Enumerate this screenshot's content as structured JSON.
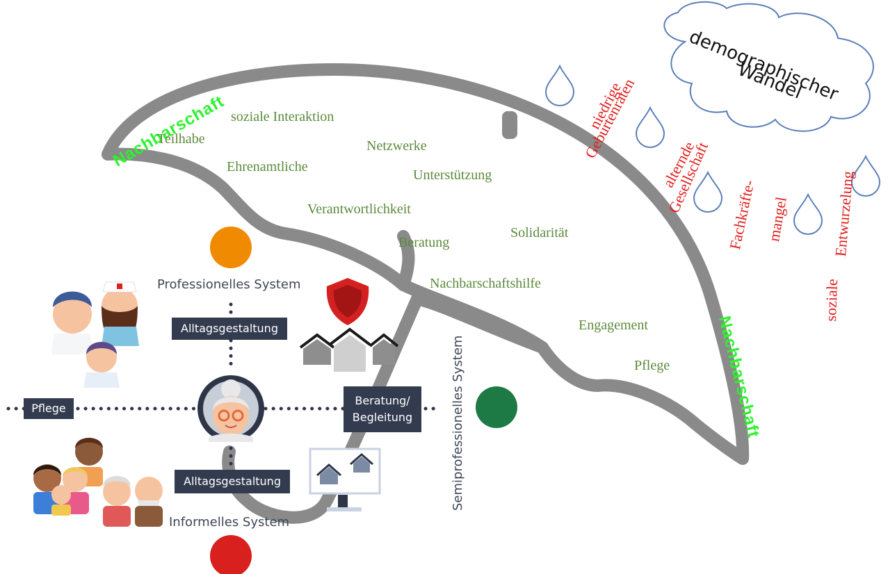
{
  "umbrella_label_left": "Nachbarschaft",
  "umbrella_label_right": "Nachbarschaft",
  "cloud": {
    "line1": "demographischer",
    "line2": "Wandel"
  },
  "rain_terms": {
    "niedrige": "niedrige",
    "geburtenraten": "Geburtenraten",
    "alternde": "alternde",
    "gesellschaft": "Gesellschaft",
    "fachkraefte": "Fachkräfte-",
    "mangel": "mangel",
    "soziale": "soziale",
    "entwurzelung": "Entwurzelung"
  },
  "umbrella_terms": {
    "soziale_interaktion": "soziale  Interaktion",
    "teilhabe": "Teilhabe",
    "netzwerke": "Netzwerke",
    "ehrenamtliche": "Ehrenamtliche",
    "unterstuetzung": "Unterstützung",
    "verantwortlichkeit": "Verantwortlichkeit",
    "solidaritaet": "Solidarität",
    "beratung": "Beratung",
    "nachbarschaftshilfe": "Nachbarschaftshilfe",
    "engagement": "Engagement",
    "pflege": "Pflege"
  },
  "systems": {
    "professionell": "Professionelles System",
    "informell": "Informelles System",
    "semiprofessionell": "Semiprofessionelles System"
  },
  "boxes": {
    "alltag_top": "Alltagsgestaltung",
    "alltag_bottom": "Alltagsgestaltung",
    "pflege": "Pflege",
    "beratung_line1": "Beratung/",
    "beratung_line2": "Begleitung"
  },
  "colors": {
    "umbrella": "#8a8a8a",
    "term_green": "#5c8a3c",
    "rain_red": "#e0201f",
    "label_green": "#2ef22e",
    "box_dark": "#333b4f",
    "dot_orange": "#f08a00",
    "dot_green": "#1e7a45",
    "dot_red": "#d8201e",
    "shield_red": "#d42020",
    "drop_blue": "#5b7fb8"
  }
}
